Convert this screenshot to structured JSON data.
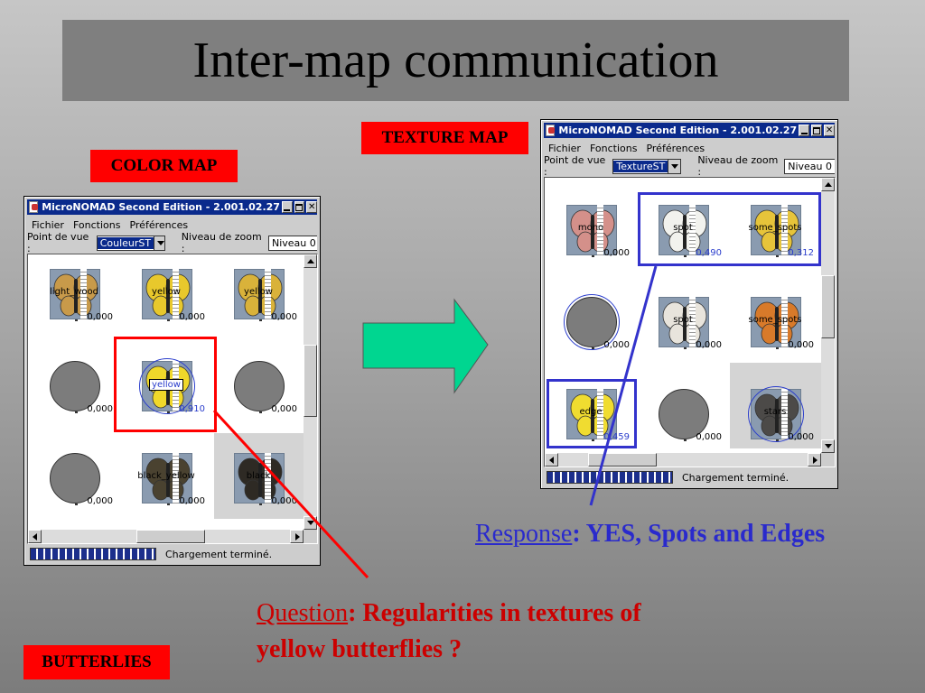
{
  "title": "Inter-map communication",
  "labels": {
    "color_map": "COLOR MAP",
    "texture_map": "TEXTURE MAP",
    "butterflies": "BUTTERLIES"
  },
  "question": {
    "keyword": "Question",
    "line1": ":  Regularities in textures of",
    "line2": "yellow butterflies ?"
  },
  "response": {
    "keyword": "Response",
    "text": ": YES, Spots and Edges"
  },
  "colors": {
    "question_red": "#cc0000",
    "response_blue": "#2a2acc",
    "label_bg": "#ff0000",
    "arrow_fill": "#00d690",
    "titlebar": "#0a2a8c",
    "highlight_red": "#ff0000",
    "highlight_blue": "#3333cc"
  },
  "window": {
    "title": "MicroNOMAD Second Edition - 2.001.02.27",
    "menu": [
      "Fichier",
      "Fonctions",
      "Préférences"
    ],
    "viewpoint_label": "Point de vue :",
    "zoom_label": "Niveau de zoom :",
    "zoom_value": "Niveau 0",
    "status": "Chargement terminé."
  },
  "color_map": {
    "viewpoint": "CouleurST",
    "nodes": [
      {
        "label": "light_wood",
        "value": "0,000",
        "kind": "butterfly",
        "wing": "#c89a4a"
      },
      {
        "label": "yellow",
        "value": "0,000",
        "kind": "butterfly",
        "wing": "#e8c82c"
      },
      {
        "label": "yellow",
        "value": "0,000",
        "kind": "butterfly",
        "wing": "#d9b23a"
      },
      {
        "label": "",
        "value": "0,000",
        "kind": "empty"
      },
      {
        "label": "yellow",
        "value": "0,910",
        "kind": "butterfly",
        "wing": "#f0d82a",
        "active": true
      },
      {
        "label": "",
        "value": "0,000",
        "kind": "empty"
      },
      {
        "label": "",
        "value": "0,000",
        "kind": "empty"
      },
      {
        "label": "black_yellow",
        "value": "0,000",
        "kind": "butterfly",
        "wing": "#4a4230"
      },
      {
        "label": "black",
        "value": "0,000",
        "kind": "butterfly",
        "wing": "#2e2a24"
      }
    ]
  },
  "texture_map": {
    "viewpoint": "TextureST",
    "nodes": [
      {
        "label": "mono",
        "value": "0,000",
        "kind": "butterfly",
        "wing": "#d4908a"
      },
      {
        "label": "spot",
        "value": "0,490",
        "kind": "butterfly",
        "wing": "#f2f2ee",
        "active": true
      },
      {
        "label": "some_spots",
        "value": "0,312",
        "kind": "butterfly",
        "wing": "#e6c43a",
        "active": true
      },
      {
        "label": "",
        "value": "0,000",
        "kind": "empty",
        "ring": true
      },
      {
        "label": "spot",
        "value": "0,000",
        "kind": "butterfly",
        "wing": "#e8e4dc"
      },
      {
        "label": "some_spots",
        "value": "0,000",
        "kind": "butterfly",
        "wing": "#d87a2a"
      },
      {
        "label": "edge",
        "value": "0,459",
        "kind": "butterfly",
        "wing": "#f0dc30",
        "active": true
      },
      {
        "label": "",
        "value": "0,000",
        "kind": "empty"
      },
      {
        "label": "stars",
        "value": "0,000",
        "kind": "butterfly",
        "wing": "#4c4a48",
        "ring": true
      }
    ]
  }
}
